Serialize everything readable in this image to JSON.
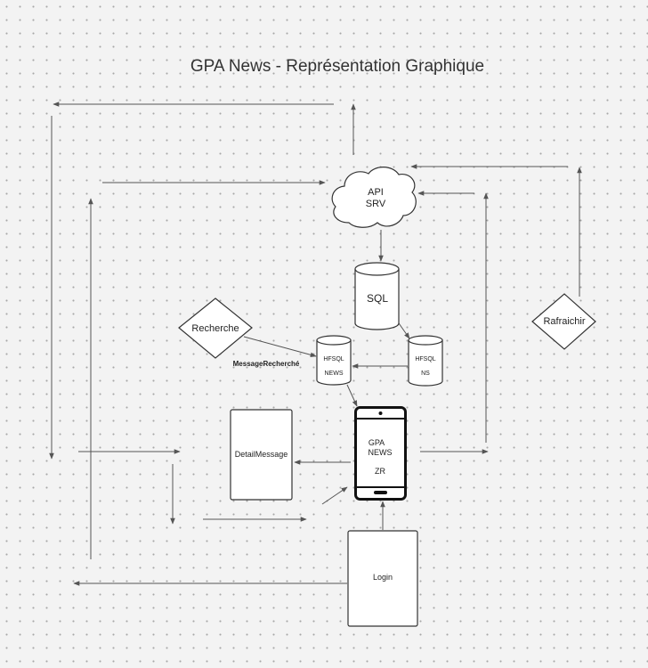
{
  "title": "GPA News - Représentation Graphique",
  "nodes": {
    "api_line1": "API",
    "api_line2": "SRV",
    "sql": "SQL",
    "hfsql_news_line1": "HFSQL",
    "hfsql_news_line2": "NEWS",
    "hfsql_ns_line1": "HFSQL",
    "hfsql_ns_line2": "NS",
    "recherche": "Recherche",
    "message_recherche": "MessageRecherché",
    "rafraichir": "Rafraichir",
    "detail_message": "DetailMessage",
    "phone_line1": "GPA",
    "phone_line2": "NEWS",
    "phone_line3": "ZR",
    "login": "Login"
  },
  "colors": {
    "line": "#555555",
    "shape_fill": "#ffffff",
    "shape_stroke": "#333333",
    "phone_stroke": "#111111"
  }
}
